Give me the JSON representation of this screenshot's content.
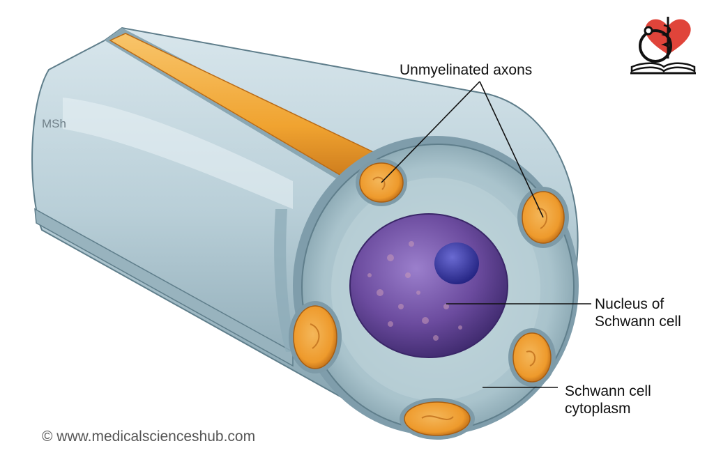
{
  "labels": {
    "unmyelinated_axons": "Unmyelinated axons",
    "nucleus_line1": "Nucleus of",
    "nucleus_line2": "Schwann cell",
    "cytoplasm_line1": "Schwann cell",
    "cytoplasm_line2": "cytoplasm"
  },
  "watermark": "MSh",
  "copyright": "© www.medicalscienceshub.com",
  "colors": {
    "sheath": "#b7cdd6",
    "sheath_dark": "#7f9eab",
    "axon": "#f0a330",
    "axon_dark": "#c9761a",
    "nucleus": "#6a4a9c",
    "nucleolus": "#3a3a9a",
    "leader_line": "#111111",
    "logo_heart": "#e0443a"
  }
}
